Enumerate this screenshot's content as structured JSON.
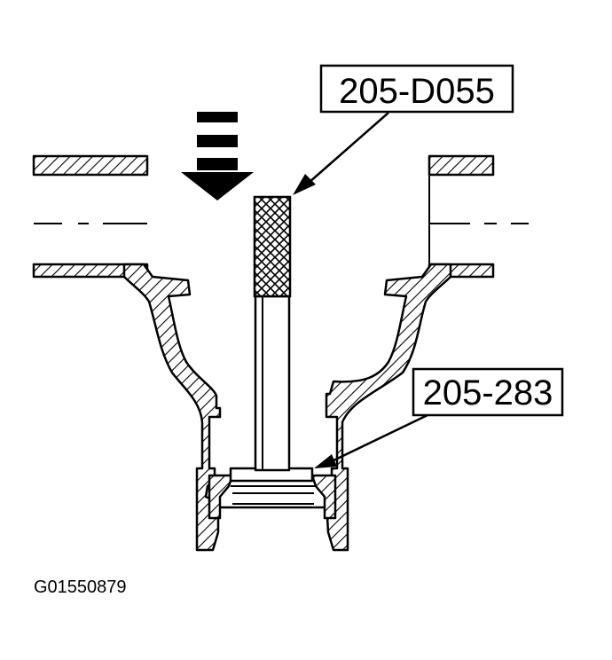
{
  "callouts": {
    "tool_upper": "205-D055",
    "tool_lower": "205-283"
  },
  "figure_id": "G01550879",
  "colors": {
    "ink": "#000000",
    "paper": "#ffffff"
  },
  "icons": {
    "press_direction": "down-arrow-icon"
  }
}
